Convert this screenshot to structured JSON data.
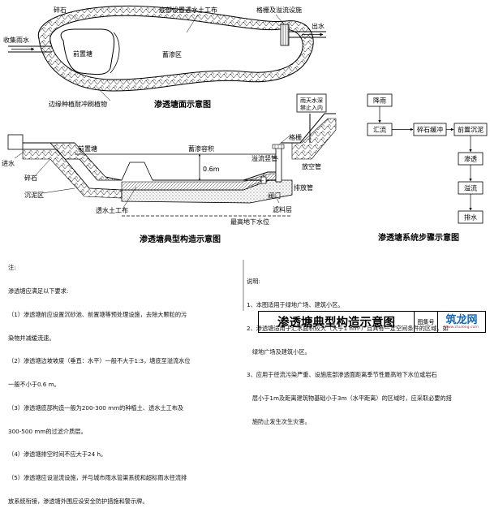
{
  "colors": {
    "line": "#000000",
    "logo_blue": "#1565c0",
    "logo_red": "#d32f2f"
  },
  "plan": {
    "title": "渗透塘面示意图",
    "labels": {
      "gravel": "碎石",
      "perm_cloth": "底部设置透水土工布",
      "grille": "格栅及溢流设施",
      "inflow": "收集雨水",
      "outflow": "出水",
      "forebay": "前置塘",
      "storage": "蓄渗区",
      "edge_plants": "边缘种植耐冲刷植物"
    }
  },
  "section": {
    "title": "渗透塘典型构造示意图",
    "labels": {
      "inlet": "进水",
      "gravel": "碎石",
      "sediment": "沉泥区",
      "forebay": "前置塘",
      "storage_vol": "蓄渗容积",
      "depth": "0.6m",
      "perm_cloth": "透水土工布",
      "groundwater": "最高地下水位",
      "filter": "滤料层",
      "valve": "阀门",
      "drain": "排放管",
      "overflow_riser": "溢流竖管",
      "grille": "格栅",
      "overflow_pipe": "放空管",
      "sign_line1": "雨天水深",
      "sign_line2": "禁止入内"
    }
  },
  "flow": {
    "title": "渗透塘系统步骤示意图",
    "steps": {
      "rain": "降雨",
      "collect": "汇流",
      "gravel_buffer": "碎石缓冲",
      "forebay_settle": "前置沉泥",
      "infiltrate": "渗透",
      "overflow": "溢流",
      "discharge": "排水"
    }
  },
  "notes_left": {
    "heading": "注:",
    "lines": [
      "渗透塘应满足以下要求:",
      "（1）渗透塘前应设置沉砂池、前置塘等预处理设施，去除大颗粒的污",
      "染物并减缓流速。",
      "（2）渗透塘边坡坡度（垂直：水平）一般不大于1:3，塘底至溢流水位",
      "一般不小于0.6 m。",
      "（3）渗透塘底部构造一般为200-300 mm的种植土、透水土工布及",
      "300-500 mm的过滤介质层。",
      "（4）渗透塘排空时间不应大于24 h。",
      "（5）渗透塘应设溢流设施，并与城市雨水管渠系统和超标雨水径流排",
      "放系统衔接，渗透塘外围应设安全防护措施和警示牌。"
    ]
  },
  "notes_right": {
    "heading": "说明:",
    "lines": [
      "1、本图适用于绿地广场、建筑小区。",
      "2、渗透塘适用于汇水面积较大（大于1 hm²）且具有一定空间条件的区域，如",
      "   绿地广场及建筑小区。",
      "3、应用于径流污染严重、设施底部渗透面距离季节性最高地下水位或岩石",
      "   层小于1m及距离建筑物基础小于3m（水平距离）的区域时，应采取必要的措",
      "   施防止发生次生灾害。"
    ]
  },
  "title_block": {
    "title": "渗透塘典型构造示意图",
    "drawing_no_label": "图集号",
    "logo_text": "筑龙网",
    "logo_url": "www.zhulong.com"
  }
}
